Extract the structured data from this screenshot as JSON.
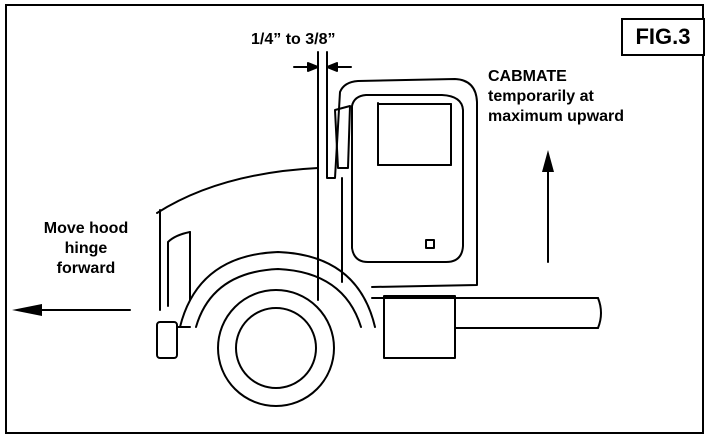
{
  "figure": {
    "label": "FIG.3"
  },
  "annotations": {
    "gap": "1/4” to 3/8”",
    "cabmate": [
      "CABMATE",
      "temporarily at",
      "maximum upward"
    ],
    "hood": [
      "Move hood",
      "hinge",
      "forward"
    ]
  },
  "colors": {
    "ink": "#000000",
    "background": "#ffffff"
  }
}
